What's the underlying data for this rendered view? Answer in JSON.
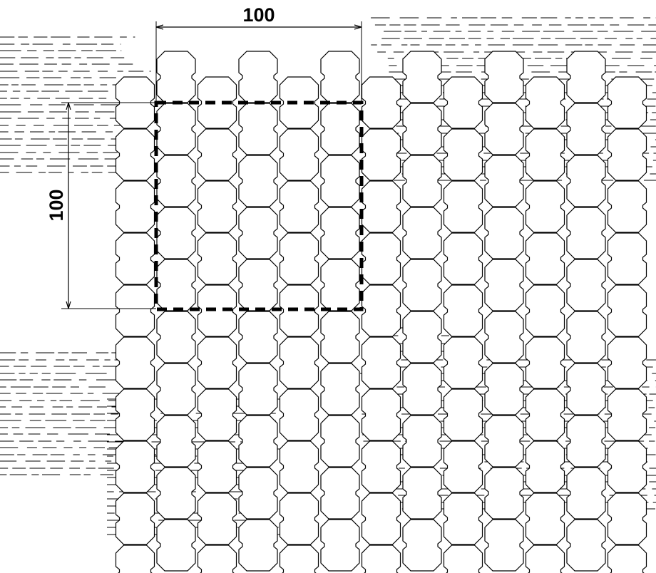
{
  "drawing": {
    "dimensions": {
      "horizontal_label": "100",
      "vertical_label": "100"
    },
    "pattern": {
      "columns": 13,
      "rows": 10
    },
    "colors": {
      "line": "#000000",
      "background": "#ffffff"
    }
  }
}
